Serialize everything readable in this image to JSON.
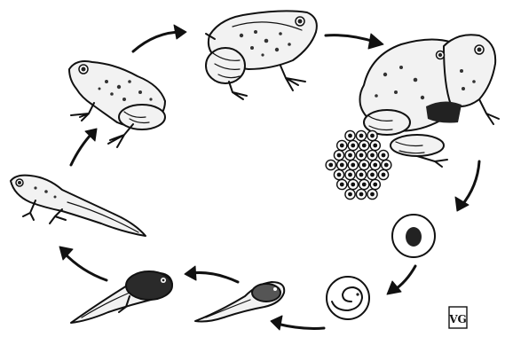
{
  "signature": {
    "initials": "VG"
  },
  "stages": [
    {
      "id": "adult-frog"
    },
    {
      "id": "mating-frogs"
    },
    {
      "id": "frogspawn"
    },
    {
      "id": "single-egg"
    },
    {
      "id": "embryo-in-egg"
    },
    {
      "id": "early-tadpole"
    },
    {
      "id": "tadpole-with-legs"
    },
    {
      "id": "froglet-with-tail"
    },
    {
      "id": "young-frog"
    }
  ],
  "colors": {
    "ink": "#111111",
    "background": "#ffffff"
  }
}
